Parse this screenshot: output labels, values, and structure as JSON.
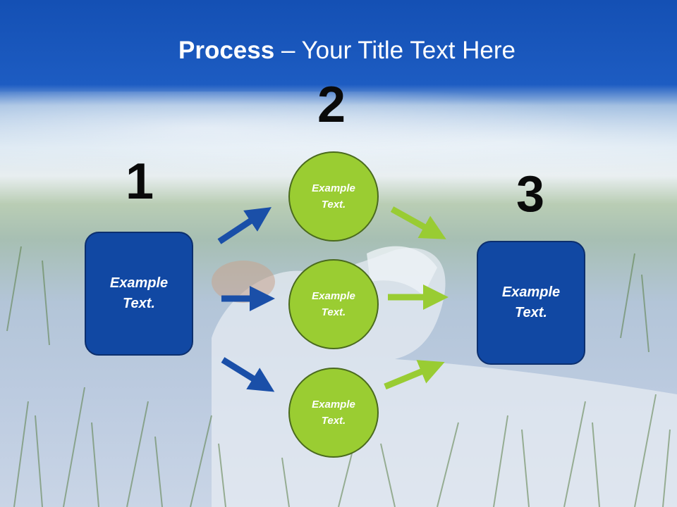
{
  "title": {
    "bold": "Process",
    "rest": " – Your Title Text Here"
  },
  "steps": {
    "one": "1",
    "two": "2",
    "three": "3"
  },
  "left_box": {
    "label": "Example Text."
  },
  "right_box": {
    "label": "Example Text."
  },
  "circles": [
    {
      "label": "Example Text."
    },
    {
      "label": "Example Text."
    },
    {
      "label": "Example Text."
    }
  ],
  "colors": {
    "blue": "#1148a3",
    "green": "#9acd32",
    "arrow_blue": "#1a4fa8",
    "arrow_green": "#99cc33"
  }
}
